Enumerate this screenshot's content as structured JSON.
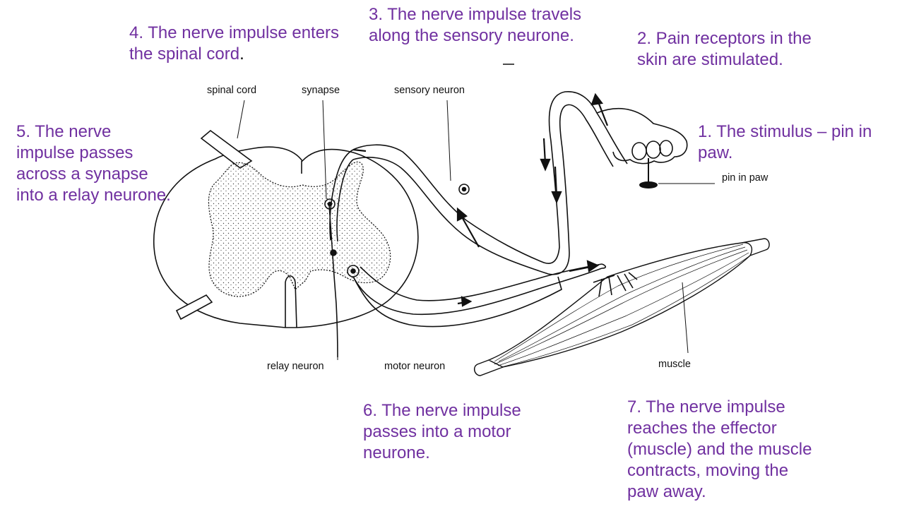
{
  "steps": {
    "s1": "1. The stimulus – pin in paw.",
    "s2": "2. Pain receptors in the skin are stimulated.",
    "s3": "3. The nerve impulse travels along the sensory neurone.",
    "s4a": "4. The nerve impulse enters the spinal cord",
    "s4b": ".",
    "s5": "5. The nerve impulse passes across a synapse into a relay neurone.",
    "s6": "6. The nerve impulse passes into a motor neurone.",
    "s7": "7. The nerve impulse reaches the effector (muscle) and the muscle contracts, moving the paw away."
  },
  "labels": {
    "spinal_cord": "spinal cord",
    "synapse": "synapse",
    "sensory_neuron": "sensory neuron",
    "pin_in_paw": "pin in paw",
    "relay_neuron": "relay neuron",
    "motor_neuron": "motor neuron",
    "muscle": "muscle"
  },
  "colors": {
    "step_text": "#7030a0",
    "line_art": "#111111",
    "label_text": "#111111"
  }
}
